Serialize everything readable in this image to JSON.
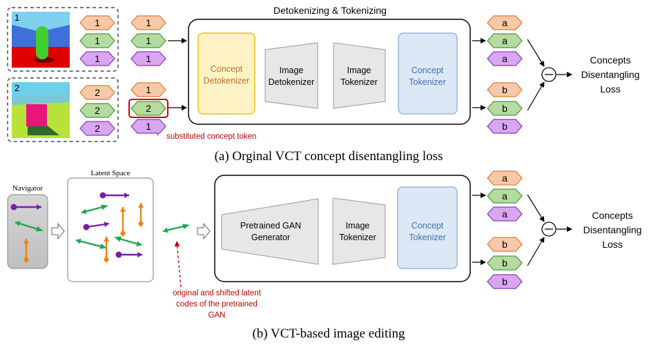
{
  "panel_a": {
    "title": "Detokenizing & Tokenizing",
    "caption": "(a) Orginal VCT concept disentangling loss",
    "image1_label": "1",
    "image2_label": "2",
    "img1_tokens": [
      "1",
      "1",
      "1"
    ],
    "img2_tokens": [
      "2",
      "2",
      "2"
    ],
    "input_upper": [
      "1",
      "1",
      "1"
    ],
    "input_lower": [
      "1",
      "2",
      "1"
    ],
    "block_concept_detok": [
      "Concept",
      "Detokenizer"
    ],
    "block_image_detok": [
      "Image",
      "Detokenizer"
    ],
    "block_image_tok": [
      "Image",
      "Tokenizer"
    ],
    "block_concept_tok": [
      "Concept",
      "Tokenizer"
    ],
    "output_upper": [
      "a",
      "a",
      "a"
    ],
    "output_lower": [
      "b",
      "b",
      "b"
    ],
    "loss_label": [
      "Concepts",
      "Disentangling",
      "Loss"
    ],
    "annotation": "substituted concept token"
  },
  "panel_b": {
    "navigator_label": "Navigator",
    "latent_space_label": "Latent Space",
    "caption": "(b) VCT-based image editing",
    "block_gan": [
      "Pretrained GAN",
      "Generator"
    ],
    "block_image_tok": [
      "Image",
      "Tokenizer"
    ],
    "block_concept_tok": [
      "Concept",
      "Tokenizer"
    ],
    "output_upper": [
      "a",
      "a",
      "a"
    ],
    "output_lower": [
      "b",
      "b",
      "b"
    ],
    "loss_label": [
      "Concepts",
      "Disentangling",
      "Loss"
    ],
    "annotation": [
      "original and shifted latent",
      "codes of the pretrained",
      "GAN"
    ]
  },
  "colors": {
    "orange": "#f8c9a9",
    "orange_edge": "#e07a3a",
    "green": "#b5dba0",
    "green_edge": "#4a9a3a",
    "purple": "#d9a6f2",
    "purple_edge": "#8a3ab8",
    "red": "#c00000",
    "blue_text": "#3f6fb5",
    "orange_text": "#c0702a",
    "arrow_purple": "#7a1ea8",
    "arrow_green": "#1ea850",
    "arrow_orange": "#f07f10"
  }
}
